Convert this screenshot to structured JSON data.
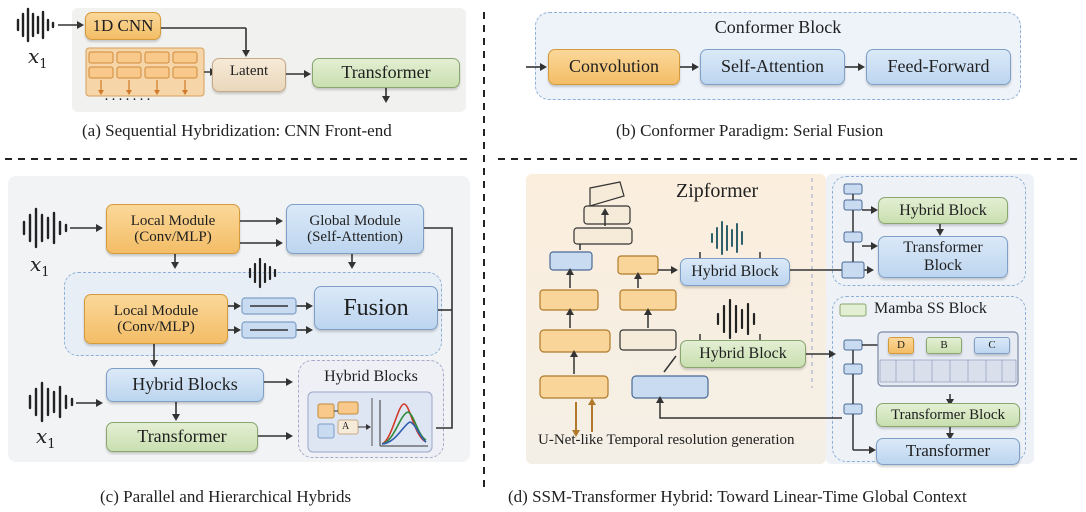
{
  "captions": {
    "a": "(a)  Sequential Hybridization: CNN Front-end",
    "b": "(b)  Conformer Paradigm: Serial Fusion",
    "c": "(c)  Parallel and Hierarchical Hybrids",
    "d": "(d) SSM-Transformer Hybrid: Toward Linear-Time Global Context"
  },
  "panel_a": {
    "input_label": "x",
    "input_subscript": "1",
    "cnn_label": "1D CNN",
    "latent_label": "Latent",
    "transformer_label": "Transformer",
    "ellipsis": "·······"
  },
  "panel_b": {
    "title": "Conformer Block",
    "convolution_label": "Convolution",
    "self_attention_label": "Self-Attention",
    "feed_forward_label": "Feed-Forward"
  },
  "panel_c": {
    "input_label": "x",
    "input_subscript": "1",
    "local_module_label": "Local Module",
    "local_module_sub": "(Conv/MLP)",
    "global_module_label": "Global Module",
    "global_module_sub": "(Self-Attention)",
    "local_module_2_label": "Local Module",
    "local_module_2_sub": "(Conv/MLP)",
    "fusion_label": "Fusion",
    "hybrid_blocks_label": "Hybrid Blocks",
    "transformer_label": "Transformer",
    "inset_title": "Hybrid Blocks",
    "inset_letter": "A"
  },
  "panel_d": {
    "zipformer_title": "Zipformer",
    "hybrid_block_1": "Hybrid Block",
    "hybrid_block_2": "Hybrid Block",
    "unet_caption": "U-Net-like Temporal resolution generation",
    "right_hybrid_block": "Hybrid Block",
    "right_transformer_block": "Transformer Block",
    "mamba_title": "Mamba SS Block",
    "ssm_d": "D",
    "ssm_b": "B",
    "ssm_c": "C",
    "transformer_block": "Transformer Block",
    "transformer_final": "Transformer"
  }
}
